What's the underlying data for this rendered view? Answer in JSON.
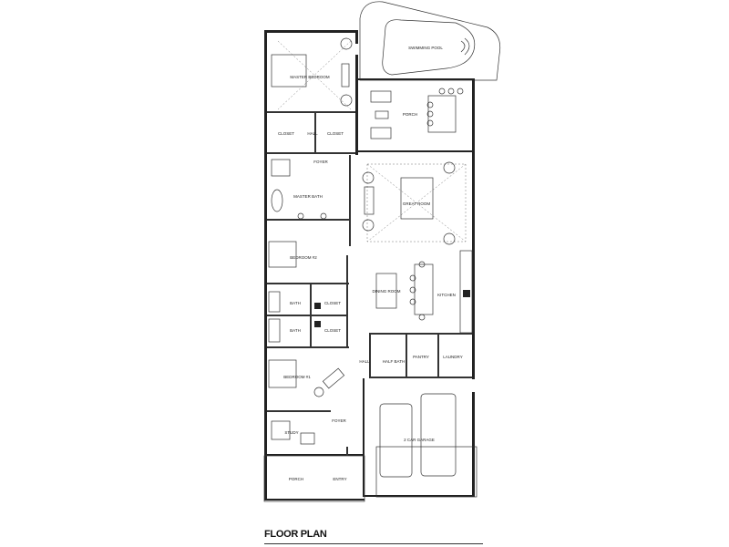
{
  "title": "FLOOR PLAN",
  "rooms": {
    "pool": "SWIMMING POOL",
    "master_bedroom": "MASTER BEDROOM",
    "rear_porch": "PORCH",
    "closet_a": "CLOSET",
    "hall_upper": "HALL",
    "closet_b": "CLOSET",
    "foyer_upper": "FOYER",
    "master_bath": "MASTER BATH",
    "great_room": "GREAT ROOM",
    "bedroom2": "BEDROOM #2",
    "dining": "DINING ROOM",
    "kitchen": "KITCHEN",
    "bath_a": "BATH",
    "closet_c": "CLOSET",
    "bath_b": "BATH",
    "closet_d": "CLOSET",
    "hall_lower": "HALL",
    "half_bath": "HALF BATH",
    "pantry": "PANTRY",
    "laundry": "LAUNDRY",
    "bedroom1": "BEDROOM #1",
    "foyer_lower": "FOYER",
    "study": "STUDY",
    "garage": "2 CAR GARAGE",
    "front_porch": "PORCH",
    "entry": "ENTRY"
  }
}
